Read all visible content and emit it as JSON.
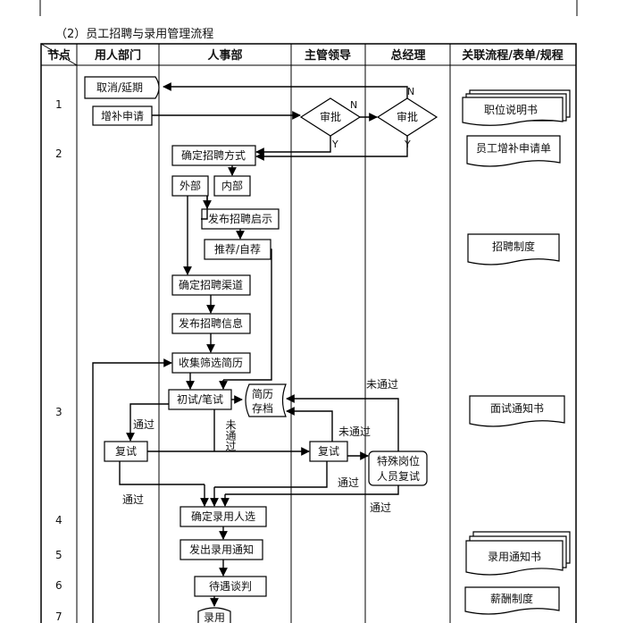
{
  "caption": "（2）员工招聘与录用管理流程",
  "headers": {
    "node": "节点",
    "dept": "用人部门",
    "hr": "人事部",
    "supervisor": "主管领导",
    "gm": "总经理",
    "docs": "关联流程/表单/规程"
  },
  "row_numbers": [
    "1",
    "2",
    "3",
    "4",
    "5",
    "6",
    "7"
  ],
  "steps": {
    "cancel": "取消/延期",
    "request": "增补申请",
    "approve_sup": "审批",
    "approve_gm": "审批",
    "method": "确定招聘方式",
    "external": "外部",
    "internal": "内部",
    "publish_notice": "发布招聘启示",
    "recommend": "推荐/自荐",
    "channel": "确定招聘渠道",
    "publish_info": "发布招聘信息",
    "collect": "收集筛选简历",
    "first_test": "初试/笔试",
    "archive_line1": "简历",
    "archive_line2": "存档",
    "retest_dept": "复试",
    "retest_sup": "复试",
    "special_line1": "特殊岗位",
    "special_line2": "人员复试",
    "confirm": "确定录用人选",
    "notify": "发出录用通知",
    "negotiate": "待遇谈判",
    "hire": "录用"
  },
  "labels": {
    "n": "N",
    "n2": "N",
    "y1": "Y",
    "y2": "Y",
    "pass_1": "通过",
    "fail_1": "未通过",
    "fail_2": "未通过",
    "fail_3": "未通过",
    "pass_2": "通过",
    "pass_3": "通过",
    "pass_4": "通过"
  },
  "docs": {
    "job_desc": "职位说明书",
    "add_form": "员工增补申请单",
    "recruit_policy": "招聘制度",
    "interview_notice": "面试通知书",
    "hire_notice": "录用通知书",
    "salary_policy": "薪酬制度"
  }
}
